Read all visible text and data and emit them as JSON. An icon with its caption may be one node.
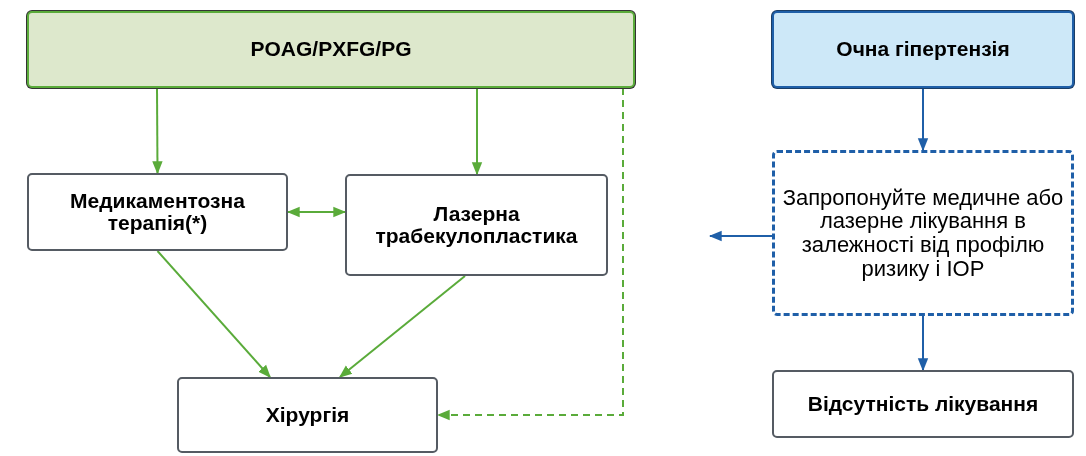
{
  "diagram": {
    "nodes": [
      {
        "text": [
          "POAG/PXFG/PG"
        ]
      },
      {
        "text": [
          "Медикаментозна терапія(*)"
        ]
      },
      {
        "text": [
          "Лазерна трабекулопластика"
        ]
      },
      {
        "text": [
          "Хірургія"
        ]
      },
      {
        "text": [
          "Очна гіпертензія"
        ]
      },
      {
        "text": [
          "Запропонуйте медичне або лазерне лікування в залежності від профілю ризику і IOP"
        ]
      },
      {
        "text": [
          "Відсутність лікування"
        ]
      }
    ],
    "edges": [
      {
        "from": 0,
        "to": 1,
        "arrow": "to"
      },
      {
        "from": 0,
        "to": 2,
        "arrow": "to"
      },
      {
        "from": 1,
        "to": 2,
        "arrow": "both"
      },
      {
        "from": 1,
        "to": 3,
        "arrow": "to"
      },
      {
        "from": 2,
        "to": 3,
        "arrow": "to"
      },
      {
        "from": 0,
        "to": 3,
        "arrow": "to",
        "style": "dashed"
      },
      {
        "from": 4,
        "to": 5,
        "arrow": "to",
        "color": "#1f5fa8"
      },
      {
        "from": 5,
        "to": null,
        "arrow": "to",
        "color": "#1f5fa8"
      },
      {
        "from": 5,
        "to": 6,
        "arrow": "to",
        "color": "#1f5fa8"
      }
    ]
  }
}
